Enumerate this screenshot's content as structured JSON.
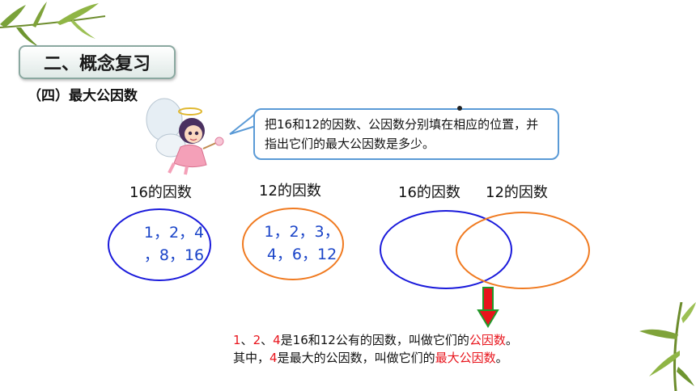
{
  "section": {
    "title": "二、概念复习"
  },
  "subtitle": "（四）最大公因数",
  "speech": {
    "text": "把16和12的因数、公因数分别填在相应的位置，并指出它们的最大公因数是多少。"
  },
  "sets": {
    "set16": {
      "label": "16的因数",
      "line1": "1，2，4",
      "line2": "，8，16"
    },
    "set12": {
      "label": "12的因数",
      "line1": "1，2，3，",
      "line2": "4，6，12"
    },
    "venn": {
      "label_a": "16的因数",
      "label_b": "12的因数"
    }
  },
  "explanation": {
    "line1": {
      "p1": "1",
      "p2": "、",
      "p3": "2",
      "p4": "、",
      "p5": "4",
      "p6": "是16和12公有的因数，叫做它们的",
      "p7": "公因数",
      "p8": "。"
    },
    "line2": {
      "p1": "其中，",
      "p2": "4",
      "p3": "是最大的公因数，叫做它们的",
      "p4": "最大公因数",
      "p5": "。"
    }
  },
  "colors": {
    "blue_set": "#1a1adb",
    "orange_set": "#f07a20",
    "arrow": "#1f9a2a",
    "highlight": "#e8141c"
  }
}
